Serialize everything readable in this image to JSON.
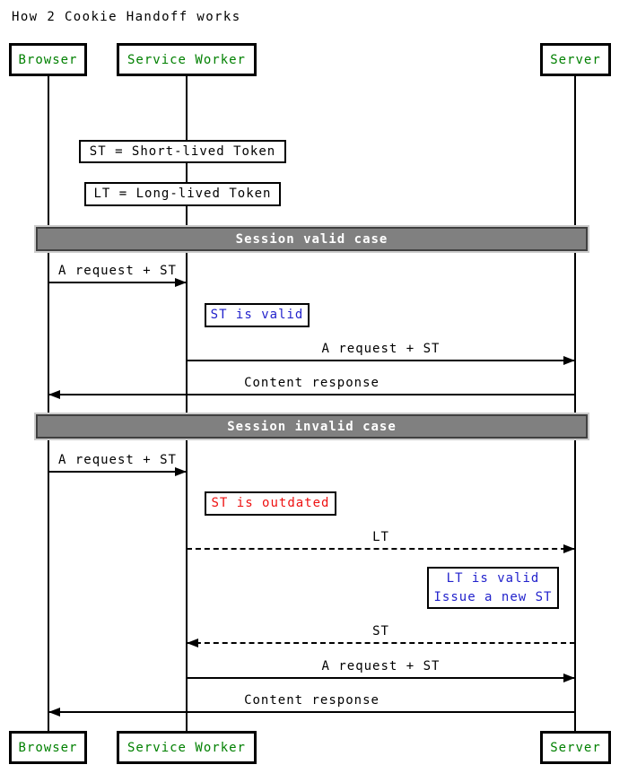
{
  "title": "How 2 Cookie Handoff works",
  "participants": {
    "browser": "Browser",
    "service_worker": "Service Worker",
    "server": "Server"
  },
  "legend": {
    "st": "ST = Short-lived Token",
    "lt": "LT = Long-lived Token"
  },
  "sections": {
    "valid": "Session valid case",
    "invalid": "Session invalid case"
  },
  "messages": {
    "request_st": "A request + ST",
    "content_response": "Content response",
    "lt": "LT",
    "st": "ST"
  },
  "status_notes": {
    "st_valid": "ST is valid",
    "st_outdated": "ST is outdated",
    "lt_valid_line1": "LT is valid",
    "lt_valid_line2": "Issue a new ST"
  },
  "colors": {
    "participant_green": "#008000",
    "note_blue": "#2222cc",
    "note_red": "#ee1111",
    "section_bar_gray": "#808080",
    "section_bar_text": "#ffffff",
    "line_black": "#000000"
  }
}
